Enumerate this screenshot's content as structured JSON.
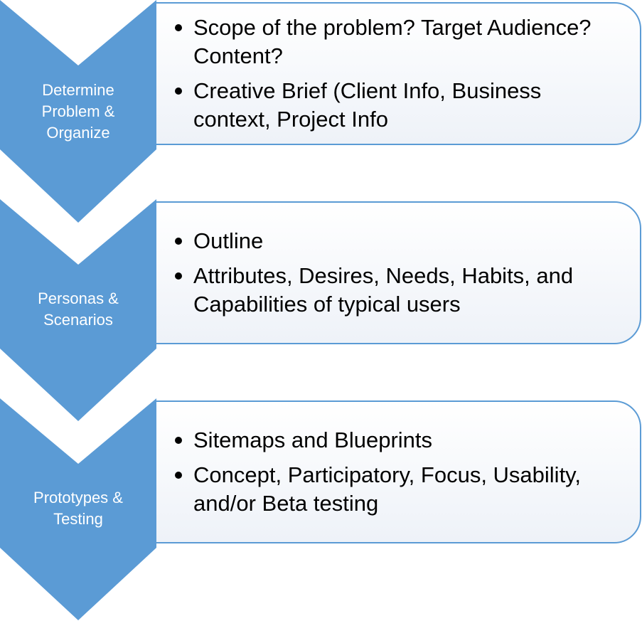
{
  "colors": {
    "chevron_fill": "#5b9bd5",
    "box_border": "#5b9bd5",
    "label_text": "#ffffff",
    "bullet_text": "#000000"
  },
  "steps": [
    {
      "label": "Determine\nProblem &\nOrganize",
      "bullets": [
        "Scope of the problem? Target Audience? Content?",
        "Creative Brief (Client Info, Business context, Project Info"
      ]
    },
    {
      "label": "Personas &\nScenarios",
      "bullets": [
        "Outline",
        "Attributes, Desires, Needs, Habits, and Capabilities of typical users"
      ]
    },
    {
      "label": "Prototypes &\nTesting",
      "bullets": [
        "Sitemaps and Blueprints",
        "Concept, Participatory, Focus, Usability, and/or Beta testing"
      ]
    }
  ]
}
